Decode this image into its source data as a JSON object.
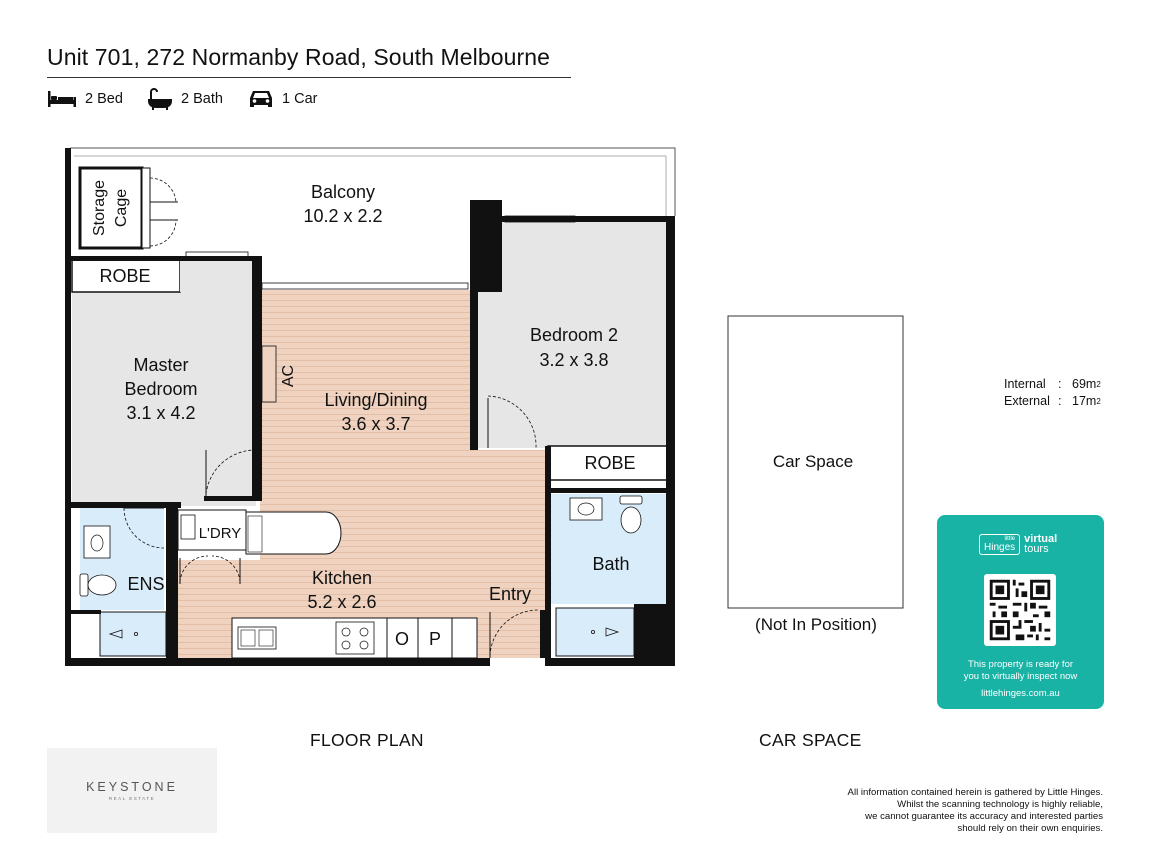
{
  "header": {
    "title": "Unit 701, 272 Normanby Road, South Melbourne",
    "features": [
      {
        "icon": "bed-icon",
        "label": "2 Bed"
      },
      {
        "icon": "bath-icon",
        "label": "2 Bath"
      },
      {
        "icon": "car-icon",
        "label": "1 Car"
      }
    ]
  },
  "rooms": {
    "balcony": {
      "name": "Balcony",
      "dims": "10.2 x 2.2"
    },
    "storage": {
      "line1": "Storage",
      "line2": "Cage"
    },
    "robe_master": "ROBE",
    "master": {
      "line1": "Master",
      "line2": "Bedroom",
      "dims": "3.1 x 4.2"
    },
    "ac": "AC",
    "living": {
      "name": "Living/Dining",
      "dims": "3.6 x 3.7"
    },
    "bedroom2": {
      "name": "Bedroom 2",
      "dims": "3.2 x 3.8"
    },
    "robe_bed2": "ROBE",
    "laundry": "L'DRY",
    "ensuite": "ENS",
    "kitchen": {
      "name": "Kitchen",
      "dims": "5.2 x 2.6"
    },
    "entry": "Entry",
    "bath": "Bath",
    "oven": "O",
    "pantry": "P"
  },
  "car_space": {
    "label": "Car Space",
    "note": "(Not In Position)"
  },
  "areas": [
    {
      "label": "Internal",
      "value": "69m",
      "sup": "2"
    },
    {
      "label": "External",
      "value": "17m",
      "sup": "2"
    }
  ],
  "virtual_tours": {
    "brand": "Hinges",
    "brand_small": "little",
    "tag1": "virtual",
    "tag2": "tours",
    "message1": "This property is ready for",
    "message2": "you to virtually inspect now",
    "url": "littlehinges.com.au",
    "color": "#19b3a6"
  },
  "captions": {
    "floor_plan": "FLOOR PLAN",
    "car_space": "CAR SPACE"
  },
  "agency": {
    "name": "KEYSTONE",
    "sub": "REAL ESTATE"
  },
  "disclaimer": [
    "All information contained herein is gathered by Little Hinges.",
    "Whilst the scanning technology is highly reliable,",
    "we cannot guarantee its accuracy and interested parties",
    "should rely on their own enquiries."
  ],
  "colors": {
    "wall": "#111111",
    "carpet": "#e6e6e6",
    "timber": "#efd3c0",
    "tile": "#d9ecfa"
  }
}
